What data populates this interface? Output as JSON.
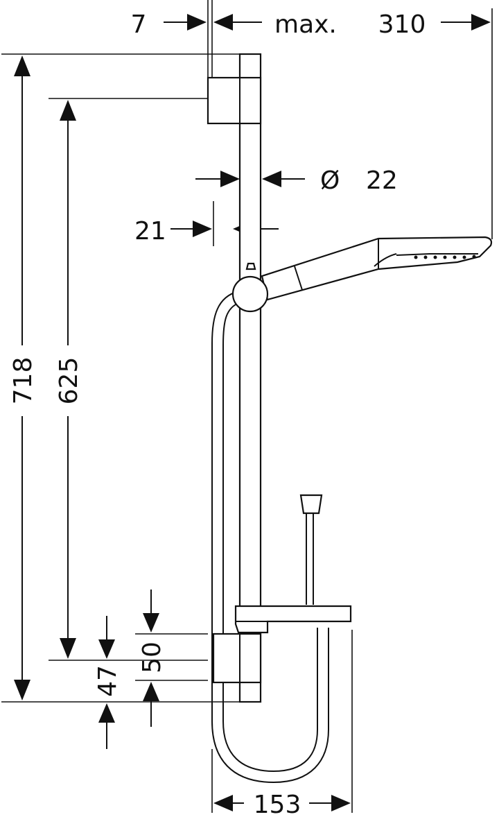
{
  "diagram": {
    "dimensions": {
      "offset_top": "7",
      "max_word": "max.",
      "reach": "310",
      "diameter_symbol": "Ø",
      "diameter_value": "22",
      "wall_offset": "21",
      "total_height": "718",
      "bracket_spacing": "625",
      "bracket_height": "50",
      "bottom_offset": "47",
      "shelf_width": "153"
    },
    "colors": {
      "line": "#111111",
      "background": "#ffffff"
    }
  }
}
